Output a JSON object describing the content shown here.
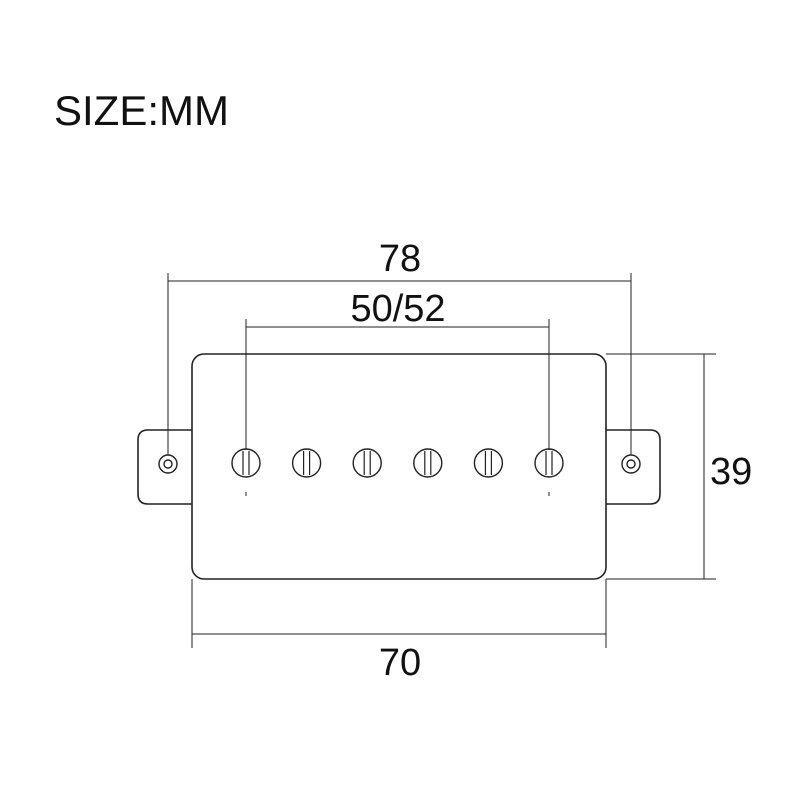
{
  "title": "SIZE:MM",
  "dimensions": {
    "overall_length": "78",
    "pole_spacing": "50/52",
    "height": "39",
    "body_length": "70"
  },
  "pole_pieces": [
    "pole-1",
    "pole-2",
    "pole-3",
    "pole-4",
    "pole-5",
    "pole-6"
  ]
}
